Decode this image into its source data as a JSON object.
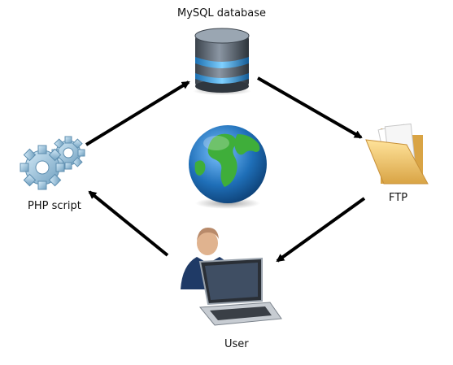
{
  "nodes": {
    "database": {
      "label": "MySQL database",
      "icon": "database-icon"
    },
    "ftp": {
      "label": "FTP",
      "icon": "folder-icon"
    },
    "user": {
      "label": "User",
      "icon": "user-laptop-icon"
    },
    "php": {
      "label": "PHP script",
      "icon": "gears-icon"
    },
    "center": {
      "icon": "globe-icon"
    }
  },
  "edges": [
    {
      "from": "php",
      "to": "database"
    },
    {
      "from": "database",
      "to": "ftp"
    },
    {
      "from": "ftp",
      "to": "user"
    },
    {
      "from": "user",
      "to": "php"
    }
  ],
  "colors": {
    "arrow": "#000000",
    "gear": "#8fb9d6",
    "folder": "#f2c86e",
    "db_body": "#4f5a66",
    "db_band": "#4aa7e6",
    "globe_ocean": "#1f6fb8",
    "globe_land": "#3fae3a"
  }
}
